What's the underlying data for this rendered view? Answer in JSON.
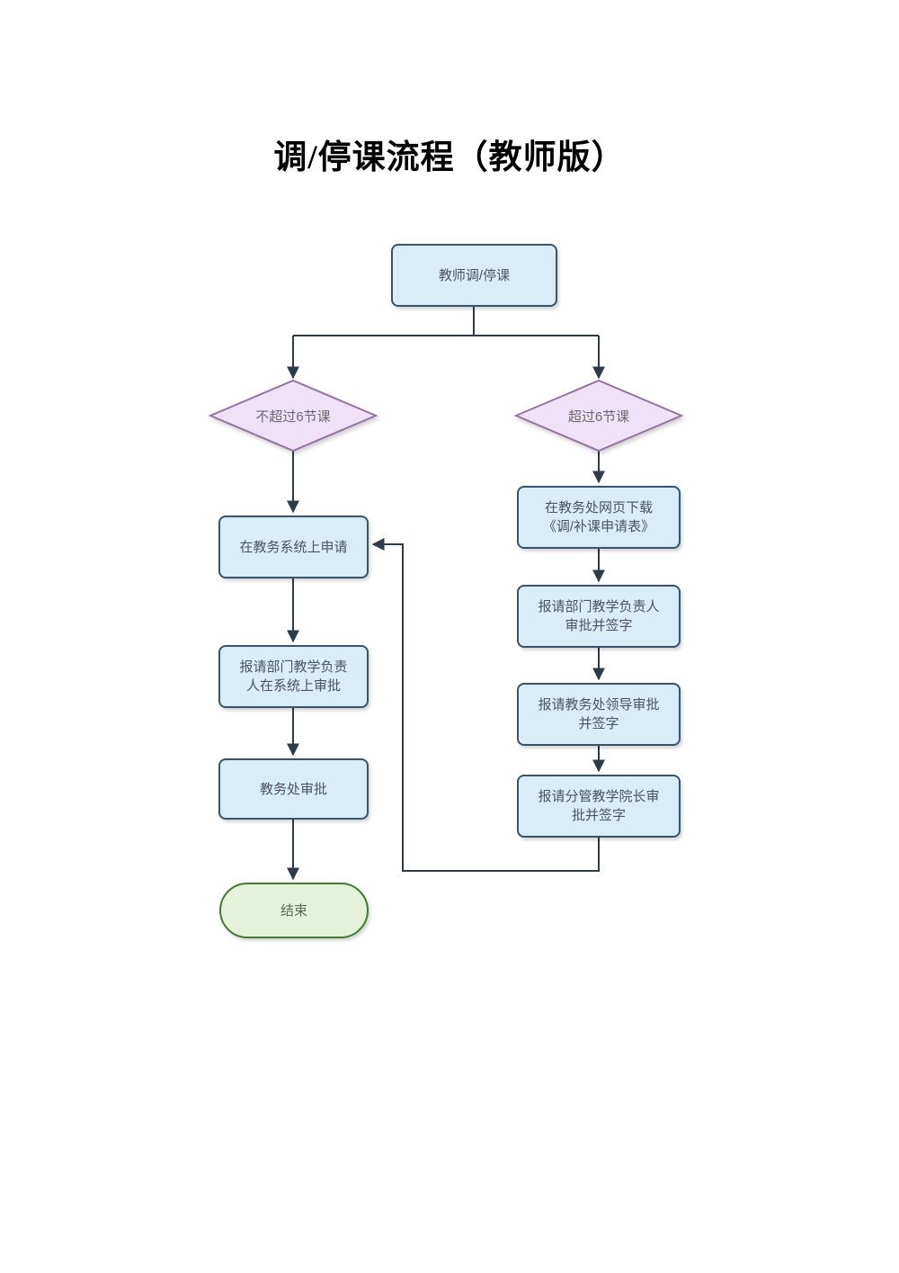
{
  "title": "调/停课流程（教师版）",
  "flowchart": {
    "start": "教师调/停课",
    "decisions": {
      "left": "不超过6节课",
      "right": "超过6节课"
    },
    "left_steps": [
      "在教务系统上申请",
      "报请部门教学负责\n人在系统上审批",
      "教务处审批"
    ],
    "end": "结束",
    "right_steps": [
      "在教务处网页下载\n《调/补课申请表》",
      "报请部门教学负责人\n审批并签字",
      "报请教务处领导审批\n并签字",
      "报请分管教学院长审\n批并签字"
    ]
  },
  "colors": {
    "process_fill": "#d9edf8",
    "process_border": "#39536b",
    "decision_fill": "#efe1f7",
    "decision_border": "#9673a6",
    "terminator_fill": "#e3f2d8",
    "terminator_border": "#417c30",
    "connector": "#2e3b48",
    "title_text": "#000000",
    "node_text": "#4a5464"
  }
}
